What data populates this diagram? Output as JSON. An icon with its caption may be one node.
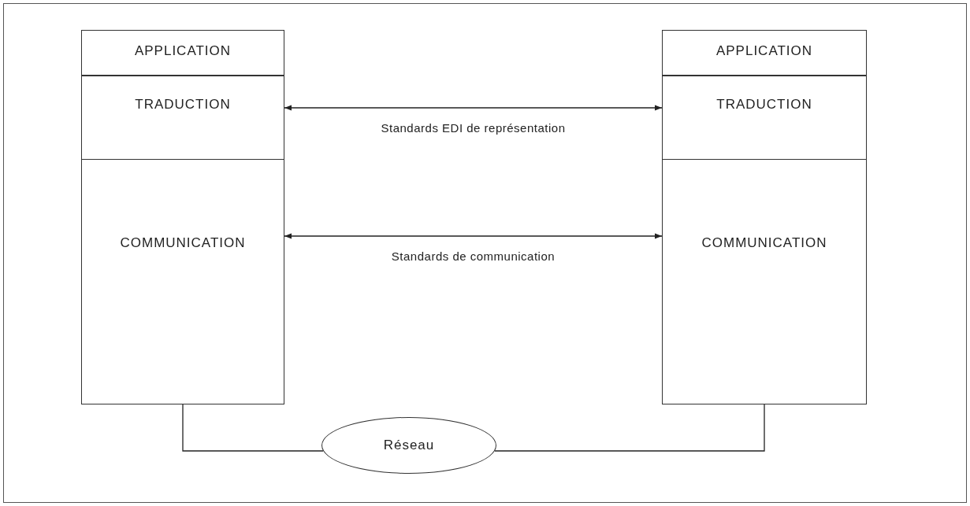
{
  "diagram": {
    "nodes": [
      {
        "text": [
          "APPLICATION"
        ]
      },
      {
        "text": [
          "TRADUCTION"
        ]
      },
      {
        "text": [
          "COMMUNICATION"
        ]
      },
      {
        "text": [
          "APPLICATION"
        ]
      },
      {
        "text": [
          "TRADUCTION"
        ]
      },
      {
        "text": [
          "COMMUNICATION"
        ]
      },
      {
        "text": [
          "Réseau"
        ]
      }
    ],
    "edges": [
      {
        "from": 1,
        "to": 4,
        "arrow": "both",
        "label": "Standards EDI de représentation"
      },
      {
        "from": 2,
        "to": 5,
        "arrow": "both",
        "label": "Standards de communication"
      },
      {
        "from": 2,
        "to": 6,
        "arrow": "none"
      },
      {
        "from": 6,
        "to": 5,
        "arrow": "none"
      }
    ]
  }
}
